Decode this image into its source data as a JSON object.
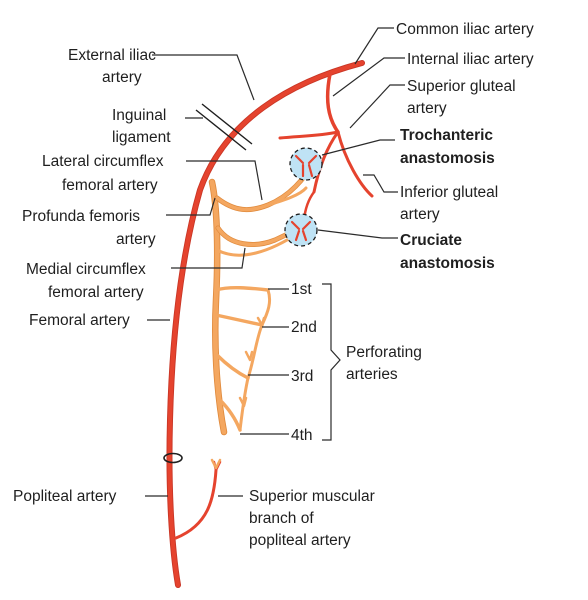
{
  "labels": {
    "common_iliac": "Common iliac artery",
    "internal_iliac": "Internal iliac artery",
    "superior_gluteal_1": "Superior gluteal",
    "superior_gluteal_2": "artery",
    "external_iliac_1": "External iliac",
    "external_iliac_2": "artery",
    "inguinal_1": "Inguinal",
    "inguinal_2": "ligament",
    "trochanteric_1": "Trochanteric",
    "trochanteric_2": "anastomosis",
    "lateral_circ_1": "Lateral circumflex",
    "lateral_circ_2": "femoral artery",
    "inferior_gluteal_1": "Inferior gluteal",
    "inferior_gluteal_2": "artery",
    "profunda_1": "Profunda femoris",
    "profunda_2": "artery",
    "cruciate_1": "Cruciate",
    "cruciate_2": "anastomosis",
    "medial_circ_1": "Medial circumflex",
    "medial_circ_2": "femoral artery",
    "perf_1st": "1st",
    "perf_2nd": "2nd",
    "perf_3rd": "3rd",
    "perf_4th": "4th",
    "femoral": "Femoral artery",
    "perforating_1": "Perforating",
    "perforating_2": "arteries",
    "popliteal": "Popliteal artery",
    "sup_muscular_1": "Superior muscular",
    "sup_muscular_2": "branch of",
    "sup_muscular_3": "popliteal artery"
  },
  "colors": {
    "artery_red": "#e5432e",
    "branch_orange": "#f4a760",
    "anastomosis_fill": "#bfe3f5",
    "leader_line": "#2b2b2b"
  }
}
